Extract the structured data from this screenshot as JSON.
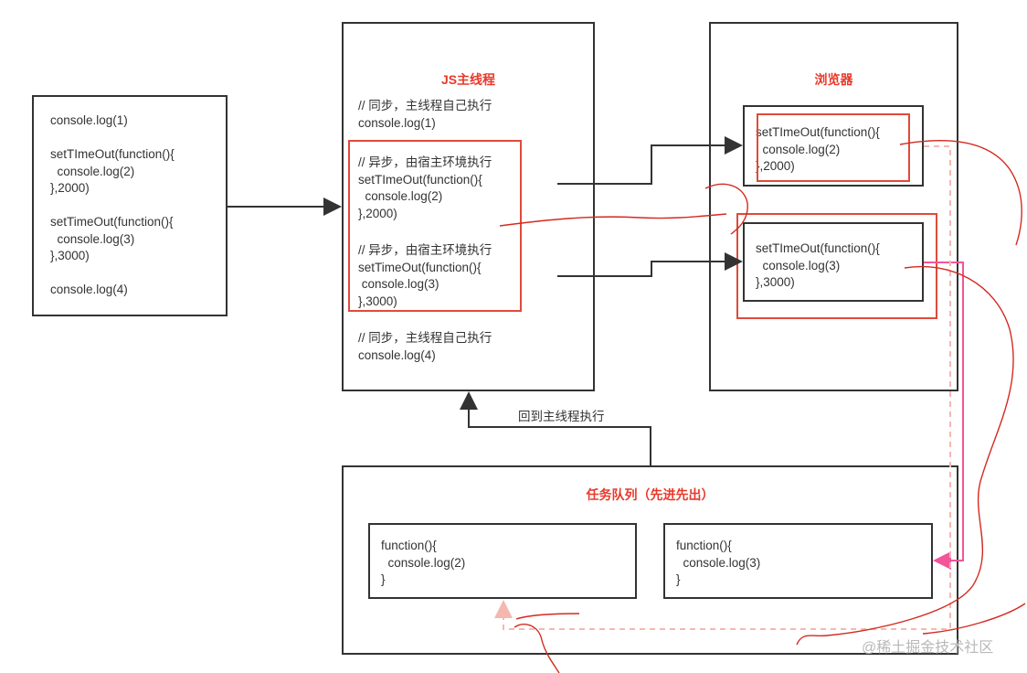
{
  "source_code": {
    "lines": [
      "console.log(1)",
      "",
      "setTImeOut(function(){",
      "  console.log(2)",
      "},2000)",
      "",
      "setTimeOut(function(){",
      "  console.log(3)",
      "},3000)",
      "",
      "console.log(4)"
    ]
  },
  "main_thread": {
    "title": "JS主线程",
    "sync1": "// 同步，主线程自己执行\nconsole.log(1)",
    "async1": "// 异步，由宿主环境执行\nsetTImeOut(function(){\n  console.log(2)\n},2000)",
    "async2": "// 异步，由宿主环境执行\nsetTimeOut(function(){\n console.log(3)\n},3000)",
    "sync2": "// 同步，主线程自己执行\nconsole.log(4)"
  },
  "browser": {
    "title": "浏览器",
    "timer1": "setTImeOut(function(){\n  console.log(2)\n},2000)",
    "timer2": "setTImeOut(function(){\n  console.log(3)\n},3000)"
  },
  "back_label": "回到主线程执行",
  "task_queue": {
    "title": "任务队列（先进先出）",
    "task1": "function(){\n  console.log(2)\n}",
    "task2": "function(){\n  console.log(3)\n}"
  },
  "watermark": "@稀土掘金技术社区",
  "colors": {
    "annotation_red": "#e04a3a",
    "stroke": "#333333",
    "pink_arrow": "#f2559a",
    "dashed": "#f4b8b0"
  }
}
